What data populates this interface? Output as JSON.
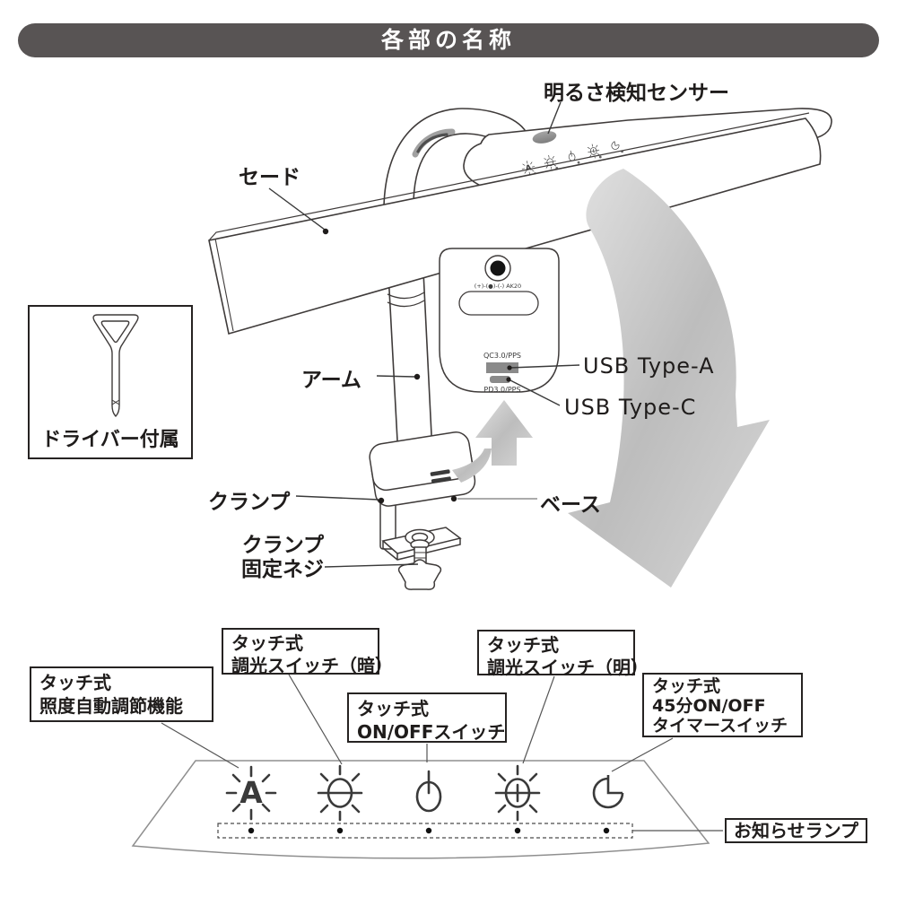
{
  "title": "各部の名称",
  "labels": {
    "sensor": "明るさ検知センサー",
    "shade": "セード",
    "arm": "アーム",
    "clamp": "クランプ",
    "base": "ベース",
    "clamp_screw": [
      "クランプ",
      "固定ネジ"
    ],
    "driver": "ドライバー付属",
    "usb_a": "USB Type-A",
    "usb_c": "USB Type-C"
  },
  "base_panel": {
    "jack_marking": "(+)-(●)-(-) AK20",
    "usb_a_port": "QC3.0/PPS",
    "usb_c_port": "PD3.0/PPS"
  },
  "control_labels": [
    {
      "lines": [
        "タッチ式",
        "照度自動調節機能"
      ]
    },
    {
      "lines": [
        "タッチ式",
        "調光スイッチ（暗）"
      ]
    },
    {
      "lines": [
        "タッチ式",
        "ON/OFFスイッチ"
      ]
    },
    {
      "lines": [
        "タッチ式",
        "調光スイッチ（明）"
      ]
    },
    {
      "lines": [
        "タッチ式",
        "45分ON/OFF",
        "タイマースイッチ"
      ]
    }
  ],
  "notice_lamp_label": "お知らせランプ",
  "panel_icons": [
    "auto-brightness-icon",
    "dim-icon",
    "power-icon",
    "brighten-icon",
    "timer-icon"
  ],
  "head_icons": [
    "auto-brightness-icon",
    "dim-icon",
    "power-icon",
    "brighten-icon",
    "timer-icon"
  ],
  "colors": {
    "title_bar": "#585454",
    "line": "#3f3b3a",
    "arrow_gray": "#bdbdbd",
    "port_gray": "#8a8a8a"
  }
}
